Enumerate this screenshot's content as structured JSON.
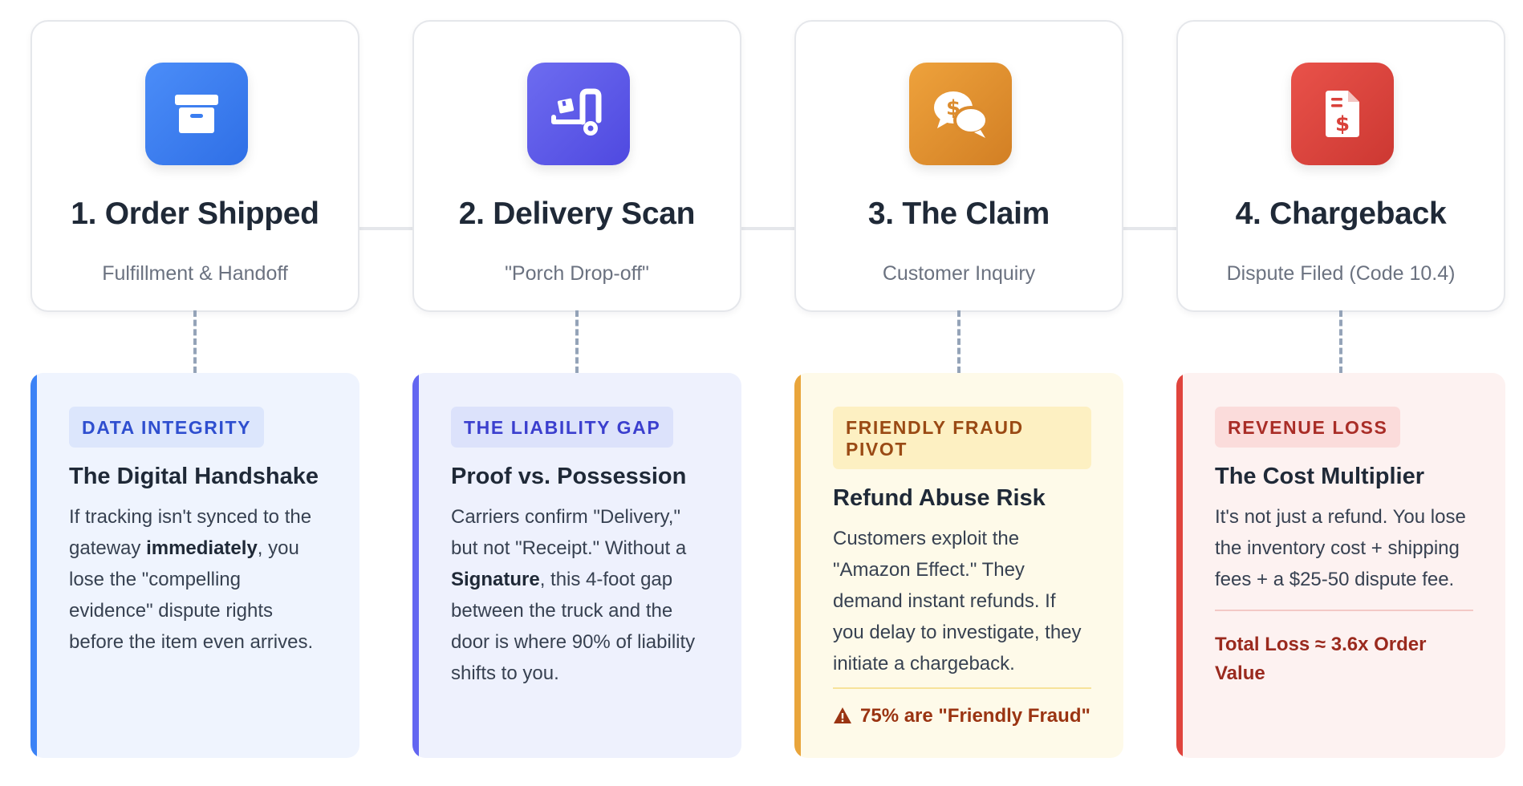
{
  "steps": [
    {
      "title": "1. Order Shipped",
      "subtitle": "Fulfillment & Handoff",
      "icon": "archive-box-icon",
      "color": "#3b82f6",
      "badge": "DATA INTEGRITY",
      "heading": "The Digital Handshake",
      "body_1": "If tracking isn't synced to the gateway ",
      "body_bold": "immediately",
      "body_2": ", you lose the \"compelling evidence\" dispute rights before the item even arrives."
    },
    {
      "title": "2. Delivery Scan",
      "subtitle": "\"Porch Drop-off\"",
      "icon": "dolly-icon",
      "color": "#6366f1",
      "badge": "THE LIABILITY GAP",
      "heading": "Proof vs. Possession",
      "body_1": "Carriers confirm \"Delivery,\" but not \"Receipt.\" Without a ",
      "body_bold": "Signature",
      "body_2": ", this 4-foot gap between the truck and the door is where 90% of liability shifts to you."
    },
    {
      "title": "3. The Claim",
      "subtitle": "Customer Inquiry",
      "icon": "money-chat-icon",
      "color": "#e0902c",
      "badge": "FRIENDLY FRAUD PIVOT",
      "heading": "Refund Abuse Risk",
      "body": "Customers exploit the \"Amazon Effect.\" They demand instant refunds. If you delay to investigate, they initiate a chargeback.",
      "callout": "75% are \"Friendly Fraud\""
    },
    {
      "title": "4. Chargeback",
      "subtitle": "Dispute Filed (Code 10.4)",
      "icon": "invoice-dollar-icon",
      "color": "#d9413a",
      "badge": "REVENUE LOSS",
      "heading": "The Cost Multiplier",
      "body": "It's not just a refund. You lose the inventory cost + shipping fees + a $25-50 dispute fee.",
      "callout": "Total Loss ≈ 3.6x Order Value"
    }
  ]
}
